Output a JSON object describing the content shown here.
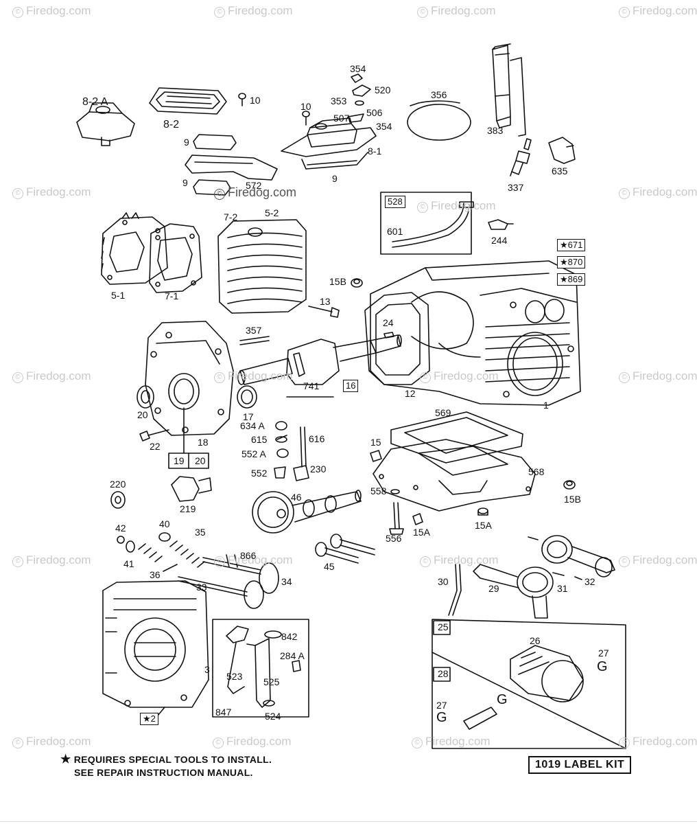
{
  "watermark": "Firedog.com",
  "footer": {
    "star": "★",
    "note_line1": "REQUIRES SPECIAL TOOLS TO INSTALL.",
    "note_line2": "SEE REPAIR INSTRUCTION MANUAL.",
    "label_kit": "1019 LABEL KIT"
  },
  "parts": {
    "p354a": "354",
    "p520": "520",
    "p353": "353",
    "p356": "356",
    "p10a": "10",
    "p10b": "10",
    "p82a": "8-2 A",
    "p82": "8-2",
    "p507": "507",
    "p506": "506",
    "p354b": "354",
    "p383": "383",
    "p9a": "9",
    "p81": "8-1",
    "p9b": "9",
    "p572": "572",
    "p9c": "9",
    "p337": "337",
    "p635": "635",
    "p528": "528",
    "p601": "601",
    "p244": "244",
    "p72": "7-2",
    "p52": "5-2",
    "p51": "5-1",
    "p71": "7-1",
    "p671": "★671",
    "p870": "★870",
    "p869": "★869",
    "p15b1": "15B",
    "p13": "13",
    "p24": "24",
    "p357": "357",
    "p741": "741",
    "p16": "16",
    "p12": "12",
    "p1": "1",
    "p20a": "20",
    "p17": "17",
    "p18": "18",
    "p22": "22",
    "p19": "19",
    "p20b": "20",
    "p634a": "634 A",
    "p615": "615",
    "p552a": "552 A",
    "p552": "552",
    "p616": "616",
    "p230": "230",
    "p569": "569",
    "p15": "15",
    "p568": "568",
    "p558": "558",
    "p15b2": "15B",
    "p220": "220",
    "p219": "219",
    "p46": "46",
    "p556": "556",
    "p15a1": "15A",
    "p15a2": "15A",
    "p42": "42",
    "p40": "40",
    "p35": "35",
    "p41": "41",
    "p866": "866",
    "p45": "45",
    "p36": "36",
    "p34": "34",
    "p33": "33",
    "p30": "30",
    "p29": "29",
    "p31": "31",
    "p32": "32",
    "p842": "842",
    "p284a": "284 A",
    "p3": "3",
    "p523": "523",
    "p525": "525",
    "p25": "25",
    "p26": "26",
    "p27a": "27",
    "pga": "G",
    "p28": "28",
    "p27b": "27",
    "pgb": "G",
    "pgc": "G",
    "p847": "847",
    "p524": "524",
    "p2": "★2"
  }
}
